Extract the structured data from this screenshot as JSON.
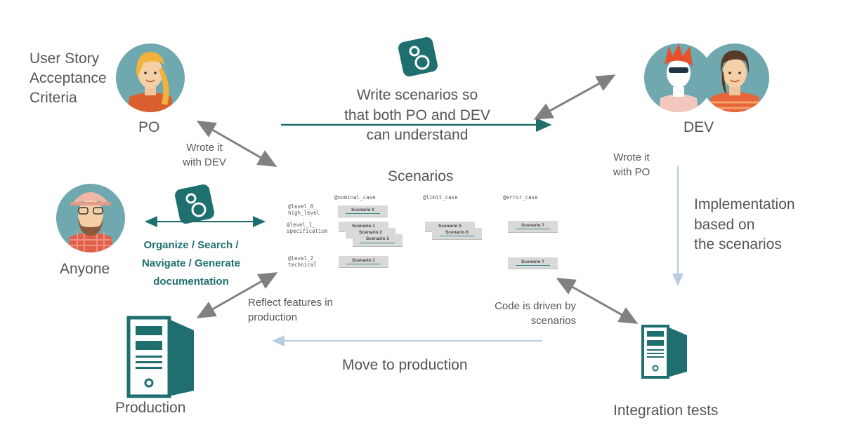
{
  "user_story": {
    "line1": "User Story",
    "line2": "Acceptance",
    "line3": "Criteria"
  },
  "po": {
    "label": "PO",
    "wrote_line1": "Wrote it",
    "wrote_line2": "with DEV"
  },
  "dev": {
    "label": "DEV",
    "wrote_line1": "Wrote it",
    "wrote_line2": "with PO"
  },
  "write_scenarios": {
    "line1": "Write scenarios so",
    "line2": "that both PO and DEV",
    "line3": "can understand"
  },
  "scenarios_title": "Scenarios",
  "implementation": {
    "line1": "Implementation",
    "line2": "based on",
    "line3": "the scenarios"
  },
  "anyone": {
    "label": "Anyone",
    "line1": "Organize / Search /",
    "line2": "Navigate /  Generate",
    "line3": "documentation"
  },
  "reflect": {
    "line1": "Reflect features in",
    "line2": "production"
  },
  "code_driven": {
    "line1": "Code is driven by",
    "line2": "scenarios"
  },
  "move_to_production": "Move to production",
  "production_label": "Production",
  "integration_label": "Integration tests",
  "table": {
    "col_nominal": "@nominal_case",
    "col_limit": "@limit_case",
    "col_error": "@error_case",
    "row0_a": "@level_0_",
    "row0_b": "high_level",
    "row1_a": "@level_1_",
    "row1_b": "specification",
    "row2_a": "@level_2_",
    "row2_b": "technical",
    "s0": "Scenario 0",
    "s1": "Scenario 1",
    "s2": "Scenario 2",
    "s3": "Scenario 3",
    "s5": "Scenario 5",
    "s6": "Scenario 6",
    "s7": "Scenario 7",
    "s1b": "Scenario 1",
    "s7b": "Scenario 7"
  },
  "colors": {
    "teal": "#1f6f6f",
    "teal_dark": "#1a5e5e",
    "gray_arrow": "#808080",
    "light_blue": "#b8cde0"
  }
}
